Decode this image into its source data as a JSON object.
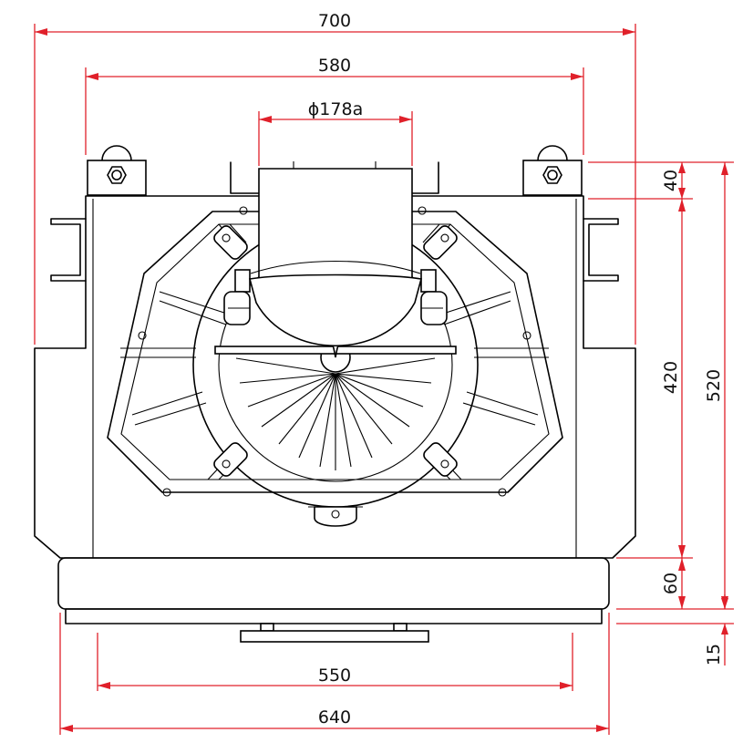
{
  "dimensions": {
    "width_overall": "700",
    "width_flange": "580",
    "outlet_diameter": "ϕ178a",
    "width_base_inner": "550",
    "width_base": "640",
    "height_top": "40",
    "height_body": "420",
    "height_total": "520",
    "height_base": "60",
    "height_foot": "15"
  },
  "colors": {
    "dimension_line": "#e0202a",
    "outline": "#000000",
    "text": "#111111"
  }
}
